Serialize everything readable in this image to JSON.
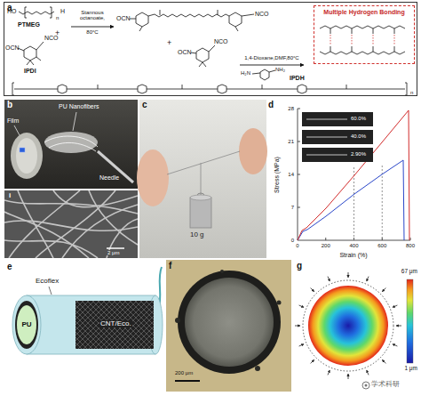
{
  "diagram": {
    "nodes": [
      {
        "text": [
          "a"
        ]
      },
      {
        "text": [
          "Multiple Hydrogen Bonding"
        ],
        "in": 0
      }
    ],
    "labels": [
      "HO",
      "n",
      "H",
      "PTMEG",
      "+",
      "OCN",
      "NCO",
      "IPDI",
      "Stannous octanoate,",
      "80°C",
      "OCN",
      "NCO",
      "+",
      "OCN",
      "NCO",
      "1,4-Dioxane,DMF,80°C",
      "H₂N",
      "NH₂",
      "IPDH",
      "n",
      "b",
      "PU Nanofibers",
      "Film",
      "Needle",
      "i",
      "2 μm",
      "c",
      "10 g",
      "d",
      "Stress (MPa)",
      "Strain (%)",
      "0",
      "7",
      "14",
      "21",
      "28",
      "0",
      "200",
      "400",
      "600",
      "800",
      "60.0%",
      "40.0%",
      "2.90%",
      "e",
      "Ecoflex",
      "CNT/Eco.",
      "PU",
      "f",
      "200 μm",
      "g",
      "67 μm",
      "1 μm",
      "学术科研"
    ]
  }
}
